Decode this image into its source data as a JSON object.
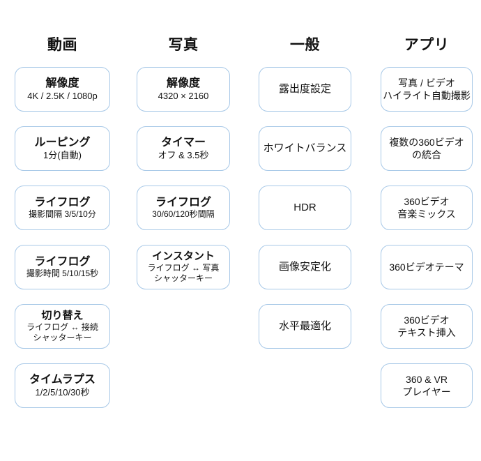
{
  "columns": [
    {
      "header": "動画",
      "cards": [
        {
          "title": "解像度",
          "sub": "4K / 2.5K / 1080p",
          "style": "bold-sub"
        },
        {
          "title": "ルーピング",
          "sub": "1分(自動)",
          "style": "bold-sub"
        },
        {
          "title": "ライフログ",
          "sub": "撮影間隔 3/5/10分",
          "style": "bold-sub"
        },
        {
          "title": "ライフログ",
          "sub": "撮影時間 5/10/15秒",
          "style": "bold-sub"
        },
        {
          "title": "切り替え",
          "sub": "ライフログ ↔ 接続",
          "sub2": "シャッターキー",
          "style": "bold-sub-2"
        },
        {
          "title": "タイムラプス",
          "sub": "1/2/5/10/30秒",
          "style": "bold-sub"
        }
      ]
    },
    {
      "header": "写真",
      "cards": [
        {
          "title": "解像度",
          "sub": "4320 × 2160",
          "style": "bold-sub"
        },
        {
          "title": "タイマー",
          "sub": "オフ & 3.5秒",
          "style": "bold-sub"
        },
        {
          "title": "ライフログ",
          "sub": "30/60/120秒間隔",
          "style": "bold-sub"
        },
        {
          "title": "インスタント",
          "sub": "ライフログ ↔ 写真",
          "sub2": "シャッターキー",
          "style": "bold-sub-2"
        }
      ]
    },
    {
      "header": "一般",
      "cards": [
        {
          "title": "露出度設定",
          "style": "plain"
        },
        {
          "title": "ホワイトバランス",
          "style": "plain"
        },
        {
          "title": "HDR",
          "style": "plain"
        },
        {
          "title": "画像安定化",
          "style": "plain"
        },
        {
          "title": "水平最適化",
          "style": "plain"
        }
      ]
    },
    {
      "header": "アプリ",
      "cards": [
        {
          "title": "写真 / ビデオ",
          "sub": "ハイライト自動撮影",
          "style": "plain-2"
        },
        {
          "title": "複数の360ビデオ",
          "sub": "の統合",
          "style": "plain-2"
        },
        {
          "title": "360ビデオ",
          "sub": "音楽ミックス",
          "style": "plain-2"
        },
        {
          "title": "360ビデオテーマ",
          "style": "plain-2"
        },
        {
          "title": "360ビデオ",
          "sub": "テキスト挿入",
          "style": "plain-2"
        },
        {
          "title": "360 & VR",
          "sub": "プレイヤー",
          "style": "plain-2"
        }
      ]
    }
  ],
  "colors": {
    "card_border": "#a7c8e7",
    "card_background": "#ffffff",
    "text": "#111111",
    "page_background": "#ffffff"
  }
}
